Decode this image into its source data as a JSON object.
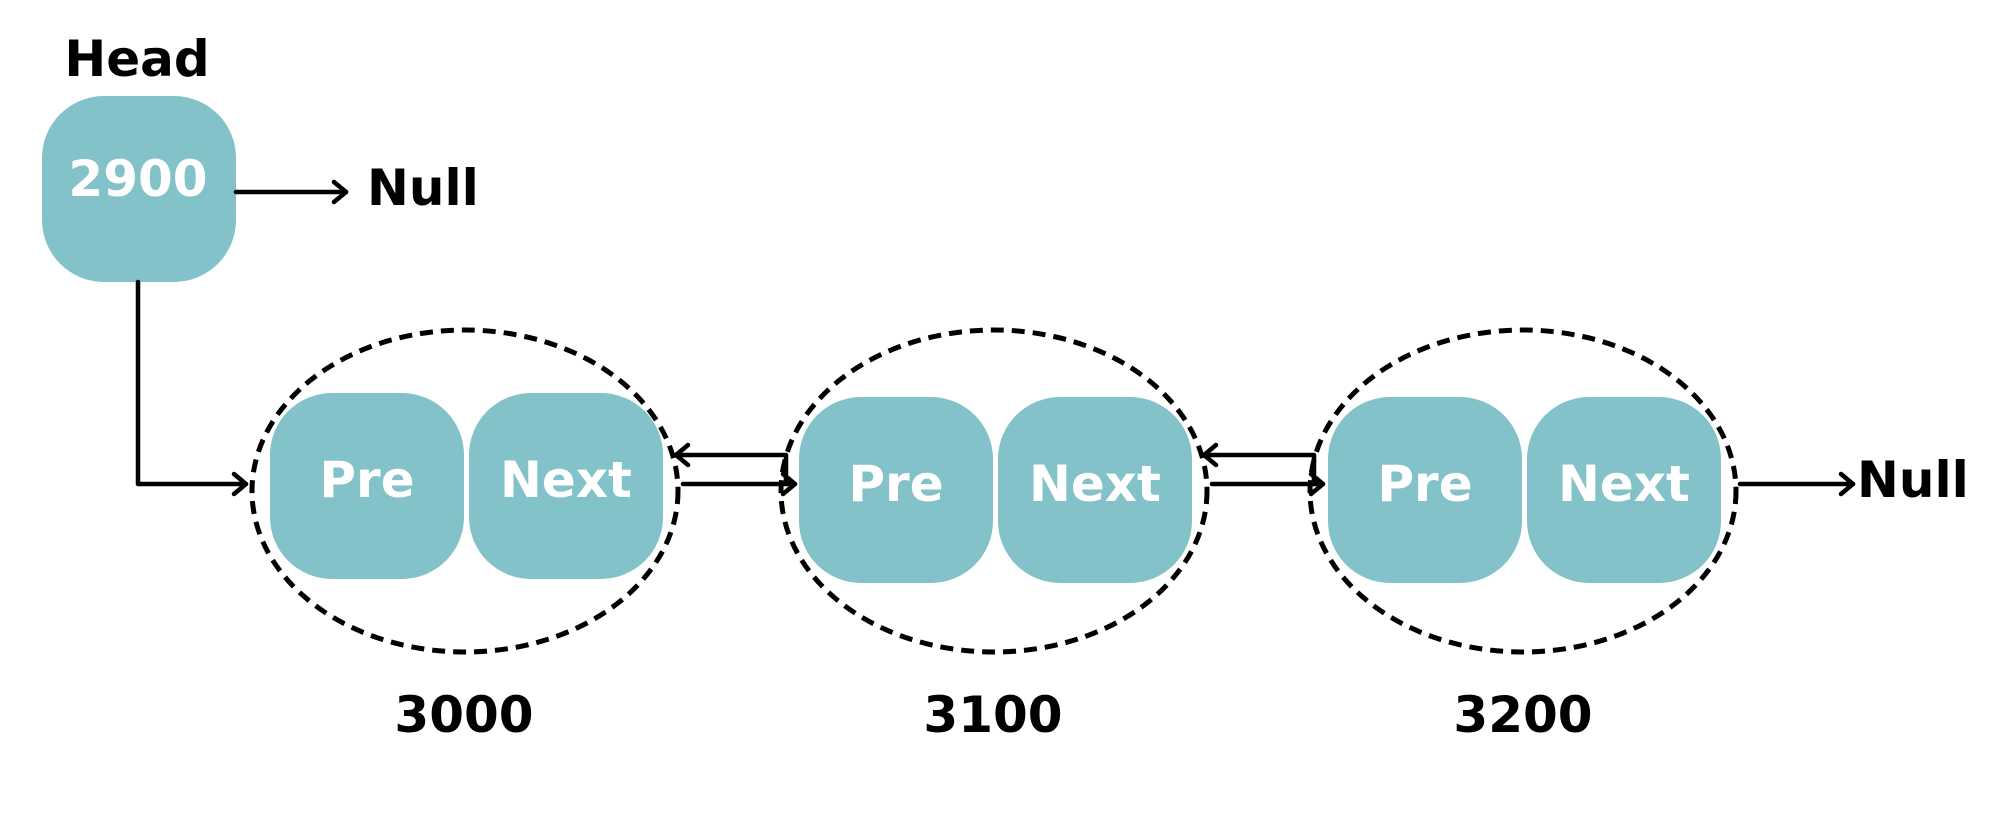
{
  "colors": {
    "cell_fill": "#82c2c8",
    "cell_text": "#ffffff",
    "ink": "#000000",
    "background": "#ffffff"
  },
  "head": {
    "label": "Head",
    "value": "2900",
    "null_label": "Null"
  },
  "nodes": [
    {
      "address": "3000",
      "prev_label": "Pre",
      "next_label": "Next"
    },
    {
      "address": "3100",
      "prev_label": "Pre",
      "next_label": "Next"
    },
    {
      "address": "3200",
      "prev_label": "Pre",
      "next_label": "Next"
    }
  ],
  "tail": {
    "null_label": "Null"
  }
}
